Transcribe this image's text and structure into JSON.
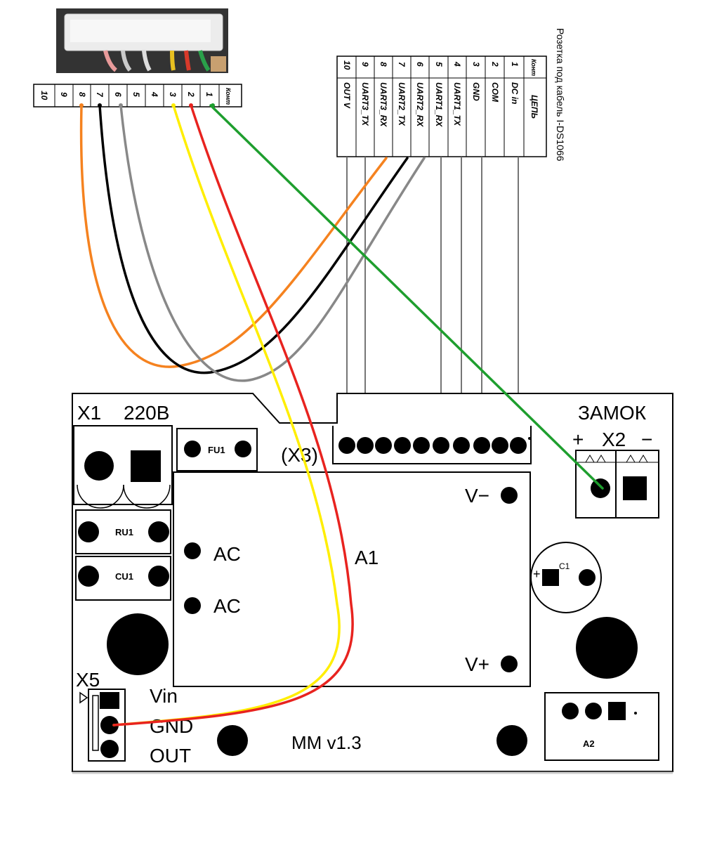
{
  "cable_caption": "Розетка под кабель I-DS1066",
  "left_header": {
    "pins": [
      "10",
      "9",
      "8",
      "7",
      "6",
      "5",
      "4",
      "3",
      "2",
      "1"
    ],
    "title": "Конт"
  },
  "right_header": {
    "pins": [
      "10",
      "9",
      "8",
      "7",
      "6",
      "5",
      "4",
      "3",
      "2",
      "1"
    ],
    "title": "Конт",
    "signals": [
      "OUT V",
      "UART3_TX",
      "UART3_RX",
      "UART2_TX",
      "UART2_RX",
      "UART1_RX",
      "UART1_TX",
      "GND",
      "COM",
      "DC in"
    ],
    "signal_title": "ЦЕПЬ"
  },
  "board": {
    "x1_label": "X1",
    "x1_voltage": "220В",
    "fu1": "FU1",
    "x3": "(X3)",
    "ru1": "RU1",
    "cu1": "CU1",
    "ac1": "AC",
    "ac2": "AC",
    "a1": "A1",
    "v_minus": "V−",
    "v_plus": "V+",
    "lock_label": "ЗАМОК",
    "x2_plus": "+",
    "x2_label": "X2",
    "x2_minus": "−",
    "c1": "C1",
    "c1_polarity": "+",
    "x5_label": "X5",
    "x5_vin": "Vin",
    "x5_gnd": "GND",
    "x5_out": "OUT",
    "board_name": "MM v1.3",
    "a2": "A2"
  },
  "colors": {
    "wire_orange": "#f5821f",
    "wire_black": "#000000",
    "wire_gray": "#888888",
    "wire_yellow": "#ffee00",
    "wire_red": "#e8231f",
    "wire_green": "#1e9e2e",
    "outline": "#000000"
  }
}
